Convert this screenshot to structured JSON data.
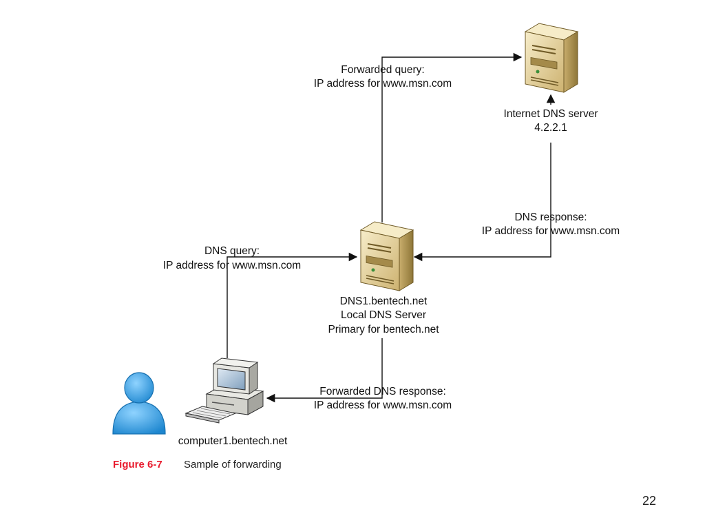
{
  "nodes": {
    "internet_server": {
      "name": "Internet DNS server",
      "ip": "4.2.2.1"
    },
    "local_server": {
      "name": "DNS1.bentech.net",
      "role": "Local DNS Server",
      "zone": "Primary for bentech.net"
    },
    "client": {
      "name": "computer1.bentech.net"
    }
  },
  "arrows": {
    "forwarded_query": {
      "line1": "Forwarded query:",
      "line2": "IP address for www.msn.com"
    },
    "dns_response": {
      "line1": "DNS response:",
      "line2": "IP address for www.msn.com"
    },
    "dns_query": {
      "line1": "DNS query:",
      "line2": "IP address for www.msn.com"
    },
    "forwarded_response": {
      "line1": "Forwarded DNS response:",
      "line2": "IP address for www.msn.com"
    }
  },
  "figure": {
    "number": "Figure 6-7",
    "caption": "Sample of forwarding",
    "number_color": "#e8192c"
  },
  "page_number": "22",
  "colors": {
    "server_light": "#f3e7bf",
    "server_mid": "#d6bf80",
    "server_dark": "#8e7638",
    "person_blue": "#2e9fe0",
    "monitor_screen": "#9bb8d3"
  }
}
